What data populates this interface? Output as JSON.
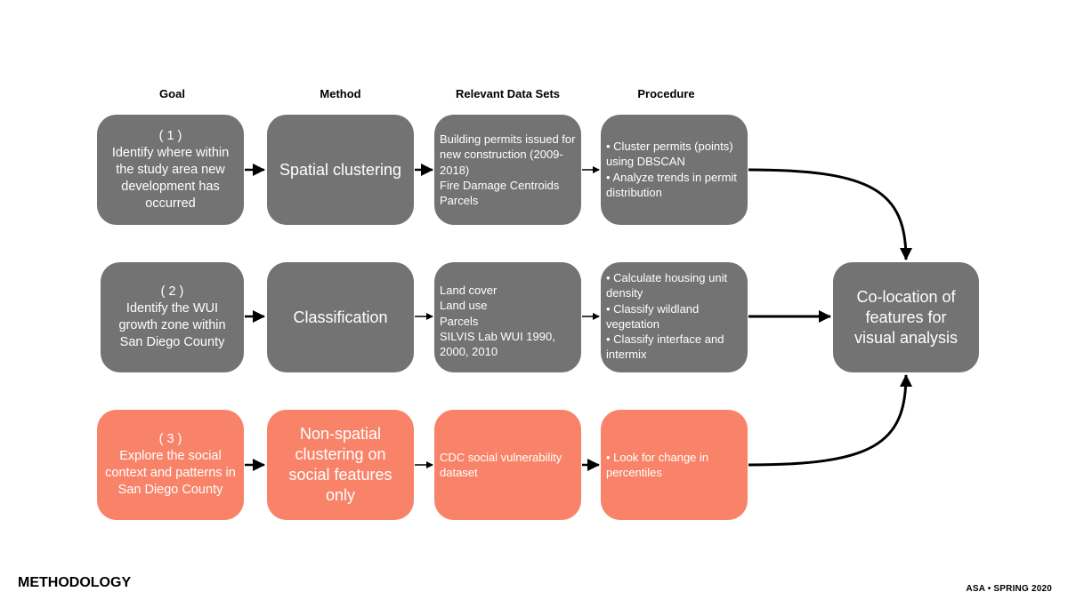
{
  "headers": {
    "goal": "Goal",
    "method": "Method",
    "datasets": "Relevant Data Sets",
    "procedure": "Procedure"
  },
  "rows": [
    {
      "color": "#737373",
      "goal": "( 1 )\nIdentify where within the study area new development has occurred",
      "method": "Spatial clustering",
      "datasets": "Building permits issued for new construction (2009-2018)\nFire Damage Centroids\nParcels",
      "procedure": "• Cluster permits (points) using DBSCAN\n• Analyze trends in permit distribution"
    },
    {
      "color": "#737373",
      "goal": "( 2 )\nIdentify the WUI growth zone  within San Diego County",
      "method": "Classification",
      "datasets": "Land cover\nLand use\nParcels\nSILVIS Lab WUI 1990, 2000, 2010",
      "procedure": "• Calculate housing unit density\n• Classify wildland vegetation\n• Classify interface and intermix"
    },
    {
      "color": "#f98369",
      "goal": "( 3 )\nExplore the social context and patterns in San Diego County",
      "method": "Non-spatial clustering on social features only",
      "datasets": "CDC social vulnerability dataset",
      "procedure": "• Look for change in percentiles"
    }
  ],
  "final_box": "Co-location of features for visual analysis",
  "footer": {
    "title": "METHODOLOGY",
    "credit": "ASA • SPRING 2020"
  },
  "colors": {
    "gray": "#737373",
    "salmon": "#f98369",
    "arrow": "#000000"
  }
}
